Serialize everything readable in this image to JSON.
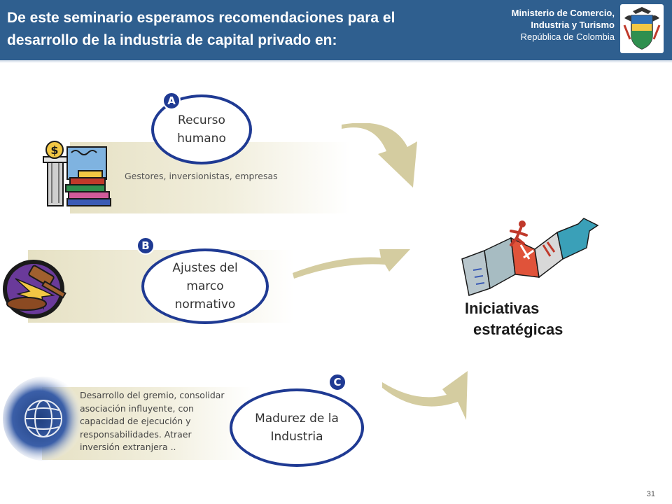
{
  "header": {
    "title": "De este seminario esperamos recomendaciones para el desarrollo de la industria de capital privado  en:",
    "ministry_line1": "Ministerio de Comercio,",
    "ministry_line2": "Industria y Turismo",
    "ministry_line3": "República de Colombia"
  },
  "items": [
    {
      "badge": "A",
      "label_line1": "Recurso",
      "label_line2": "humano",
      "description": "Gestores, inversionistas, empresas"
    },
    {
      "badge": "B",
      "label_line1": "Ajustes del",
      "label_line2": "marco",
      "label_line3": "normativo"
    },
    {
      "badge": "C",
      "label_line1": "Madurez de la",
      "label_line2": "Industria",
      "description_lines": [
        "Desarrollo del gremio, consolidar",
        "asociación influyente, con",
        "capacidad de ejecución  y",
        "responsabilidades.  Atraer",
        "inversión extranjera .."
      ]
    }
  ],
  "goal": {
    "line1": "Iniciativas",
    "line2": "estratégicas"
  },
  "page_number": "31",
  "colors": {
    "header_blue": "#2f5f8f",
    "ellipse_border": "#1f3a93",
    "arrow_tan": "#d4cca0",
    "band_tan": "#e6e1c4"
  },
  "icons": [
    "coat-of-arms-icon",
    "money-stack-icon",
    "gavel-icon",
    "globe-icon",
    "growth-arrow-icon",
    "curved-arrow-icon"
  ]
}
